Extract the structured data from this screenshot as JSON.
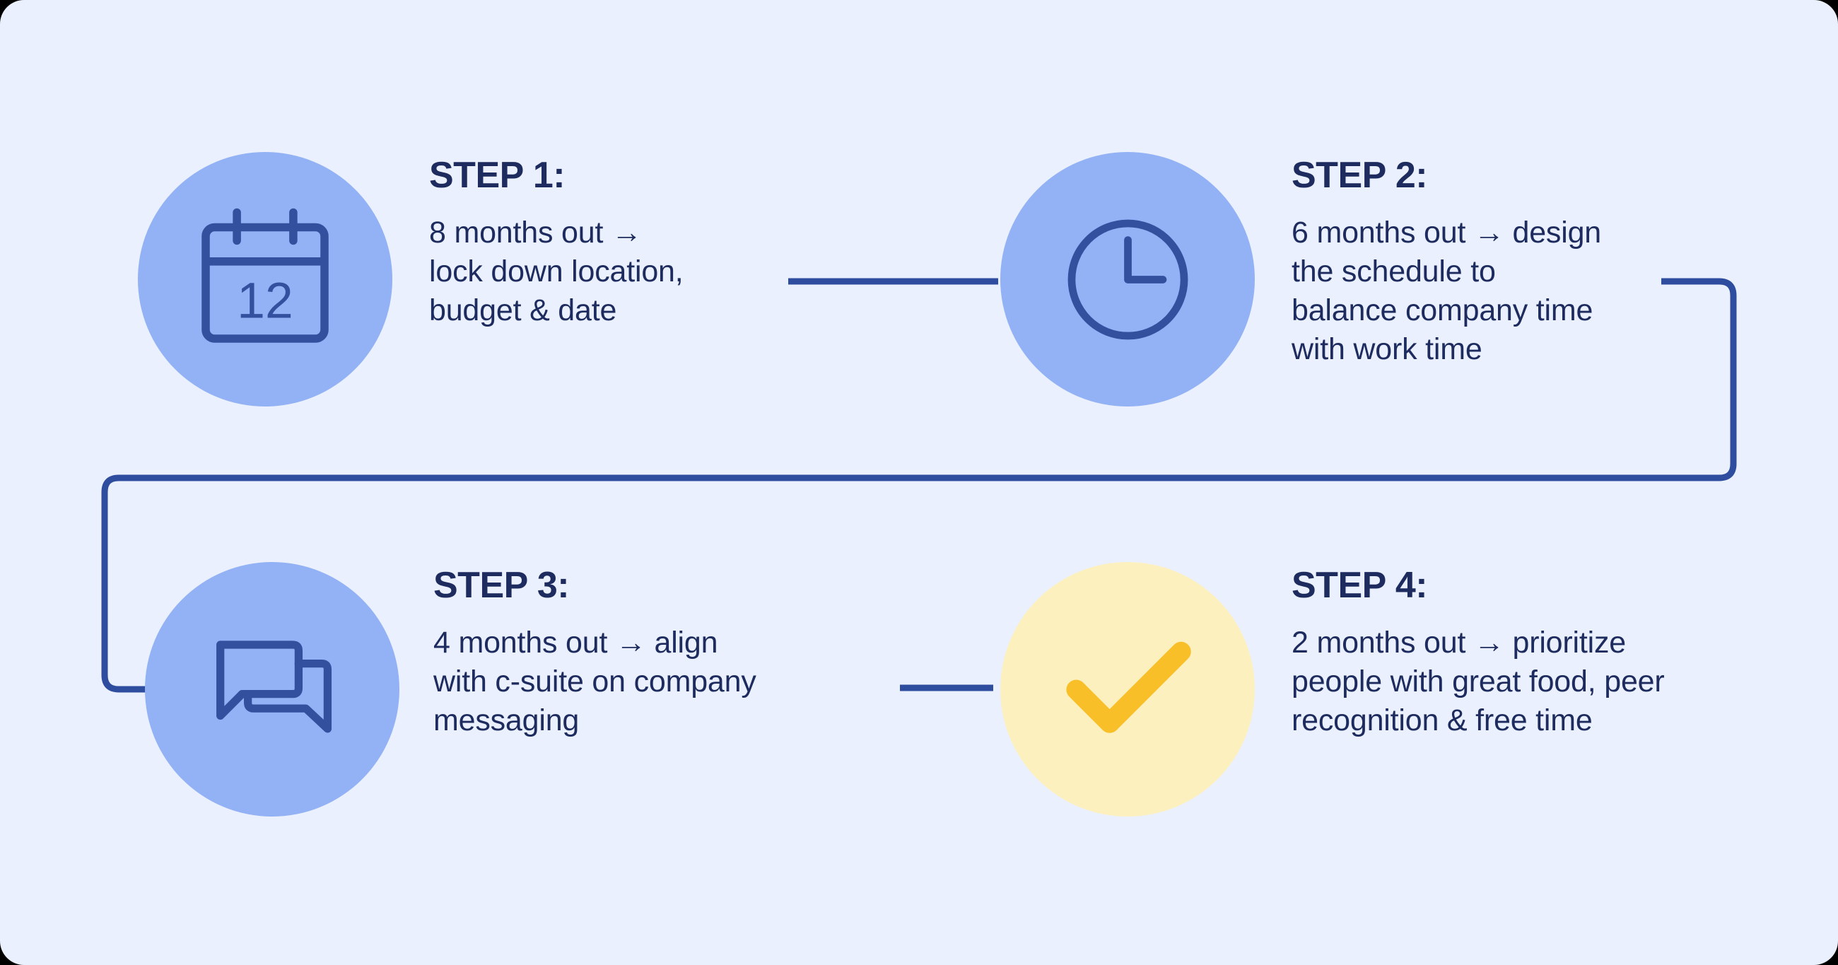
{
  "canvas": {
    "background_color": "#eaf0fd",
    "accent_blue": "#93b2f5",
    "accent_yellow": "#fdf0bf",
    "icon_stroke_blue": "#33509e",
    "icon_stroke_yellow": "#f8bf29",
    "text_navy": "#1d2b5e",
    "connector_color": "#2f4d9e"
  },
  "steps": [
    {
      "id": "step-1",
      "title": "STEP 1:",
      "description": "8 months out  →\nlock down location,\nbudget & date",
      "icon_name": "calendar-icon",
      "icon_label": "12",
      "circle_style": "blue"
    },
    {
      "id": "step-2",
      "title": "STEP 2:",
      "description": "6 months out → design\nthe schedule to\nbalance company time\nwith work time",
      "icon_name": "clock-icon",
      "circle_style": "blue"
    },
    {
      "id": "step-3",
      "title": "STEP 3:",
      "description": "4 months out  → align\nwith c-suite on company\nmessaging",
      "icon_name": "chat-bubbles-icon",
      "circle_style": "blue"
    },
    {
      "id": "step-4",
      "title": "STEP 4:",
      "description": "2 months out → prioritize\npeople with great food, peer\nrecognition & free time",
      "icon_name": "checkmark-icon",
      "circle_style": "yellow"
    }
  ],
  "connectors": [
    {
      "name": "connector-step1-to-step2",
      "type": "straight-horizontal"
    },
    {
      "name": "connector-step2-to-step3",
      "type": "elbow-right-down-left"
    },
    {
      "name": "connector-step3-to-step4",
      "type": "straight-horizontal"
    }
  ]
}
